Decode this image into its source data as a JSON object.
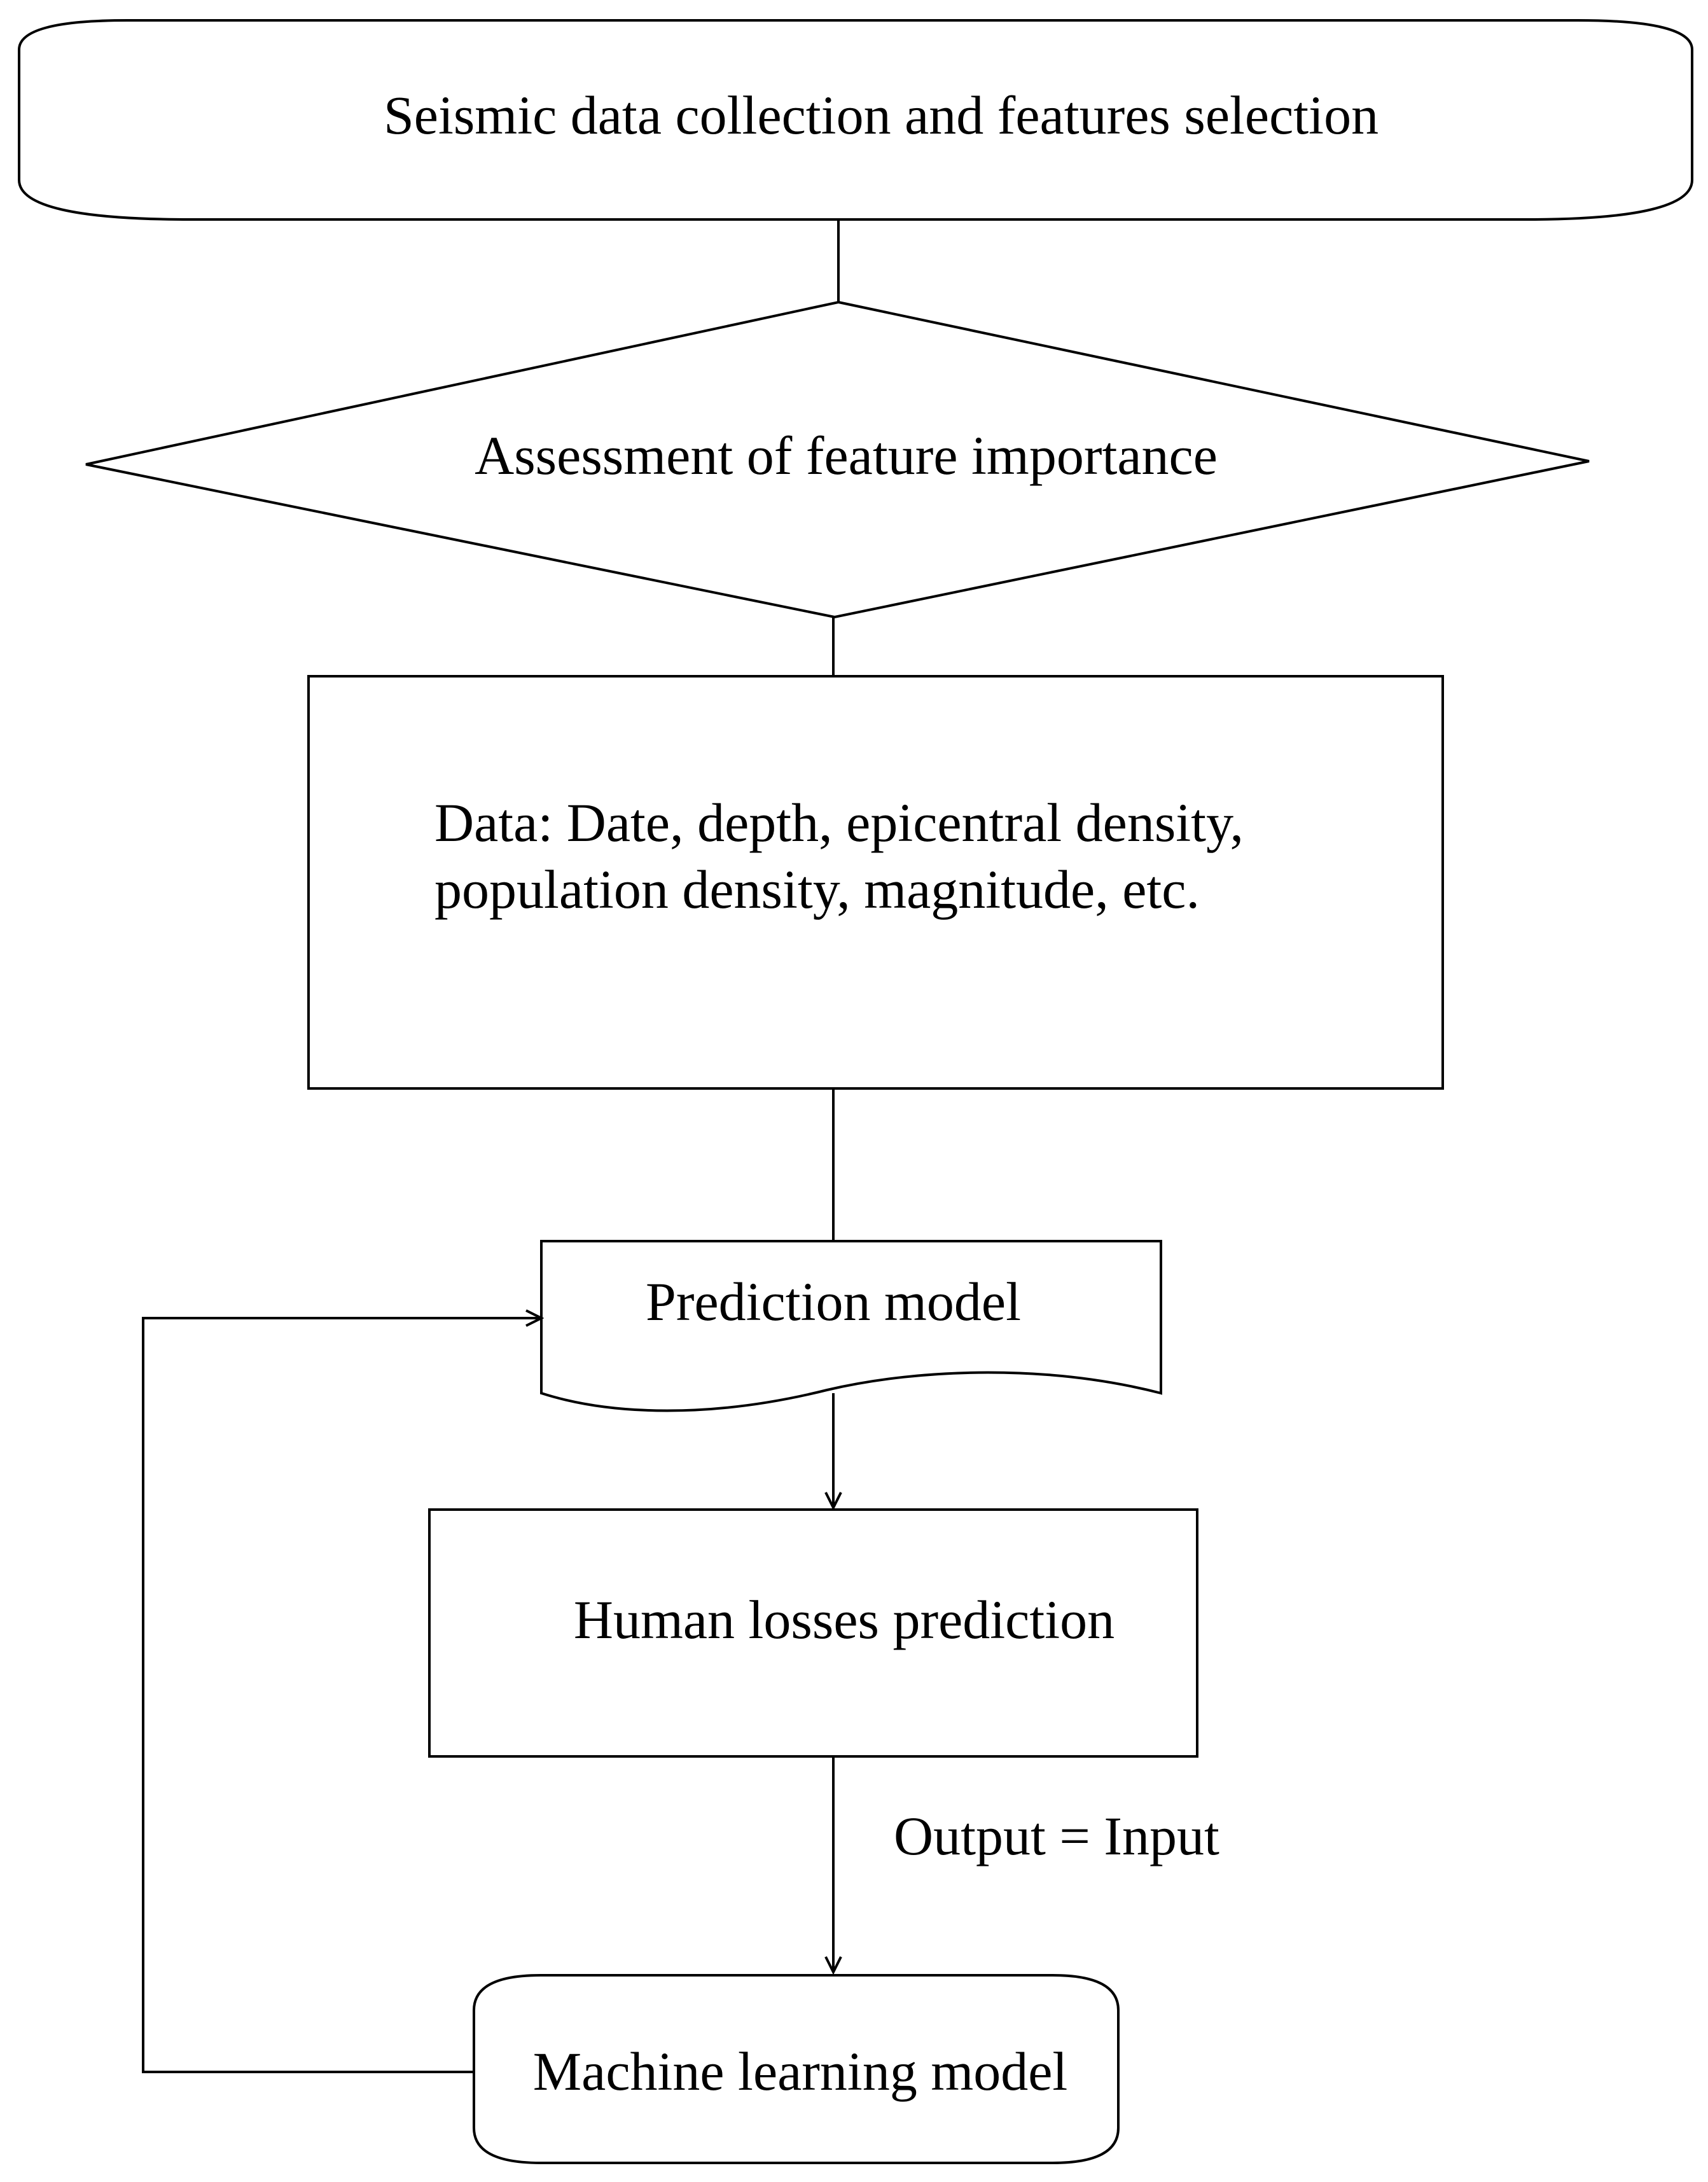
{
  "diagram": {
    "nodes": {
      "data_collection": {
        "label": "Seismic data collection and features selection",
        "shape": "rounded-terminator"
      },
      "feature_importance": {
        "label": "Assessment of feature importance",
        "shape": "decision-diamond"
      },
      "data_box": {
        "label_line1": "Data: Date, depth, epicentral density,",
        "label_line2": "population density, magnitude, etc.",
        "shape": "process-rectangle"
      },
      "prediction_model": {
        "label": "Prediction model",
        "shape": "document"
      },
      "human_losses": {
        "label": "Human losses prediction",
        "shape": "process-rectangle"
      },
      "ml_model": {
        "label": "Machine learning model",
        "shape": "rounded-terminator"
      }
    },
    "edge_labels": {
      "output_input": "Output = Input"
    },
    "colors": {
      "stroke": "#000000",
      "background": "#ffffff"
    }
  }
}
